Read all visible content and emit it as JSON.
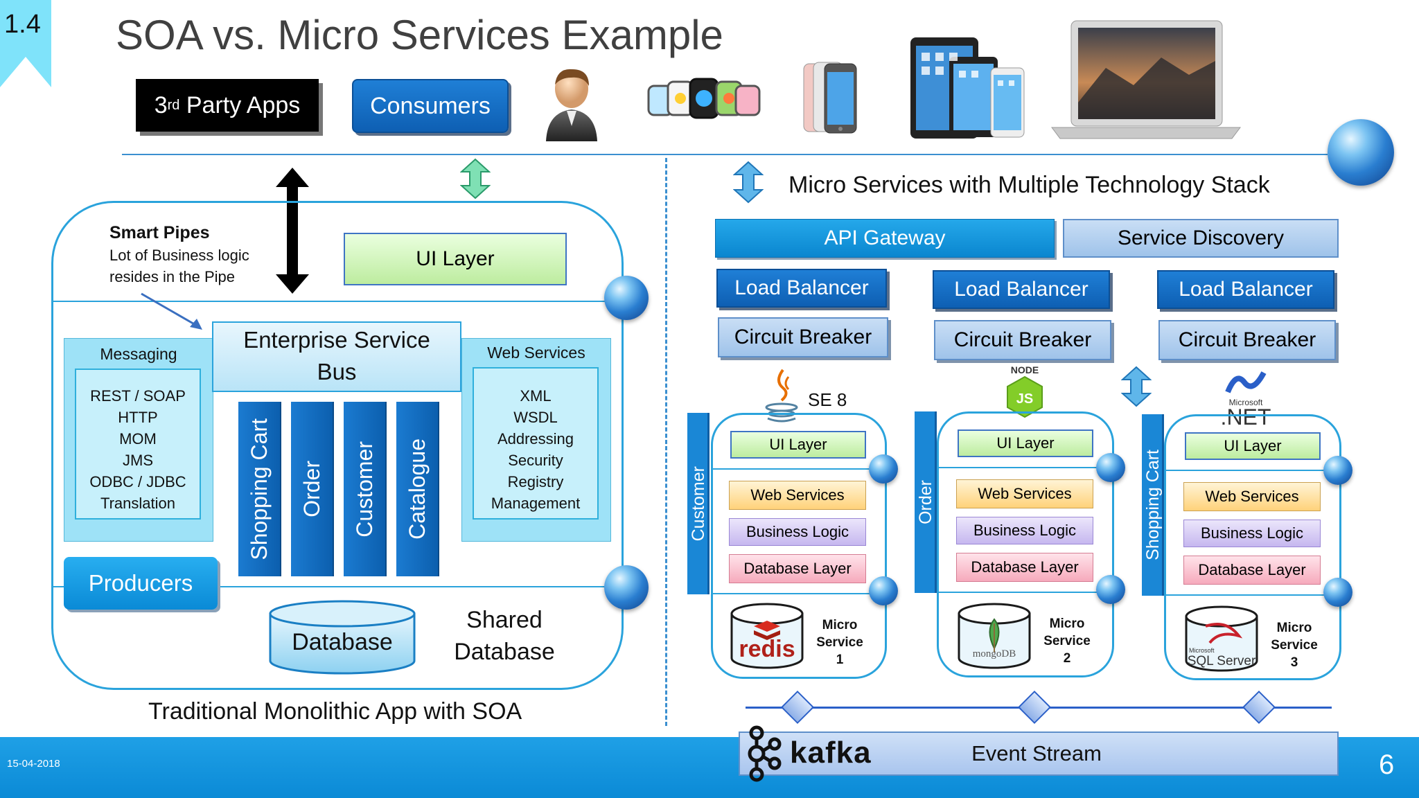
{
  "slide": {
    "section_number": "1.4",
    "title": "SOA vs. Micro Services Example",
    "date": "15-04-2018",
    "page_number": "6"
  },
  "top": {
    "third_party_prefix": "3",
    "third_party_sup": "rd",
    "third_party_rest": " Party Apps",
    "consumers": "Consumers"
  },
  "soa": {
    "smart_pipes_title": "Smart Pipes",
    "smart_pipes_desc_line1": "Lot of Business logic",
    "smart_pipes_desc_line2": "resides in the Pipe",
    "ui_layer": "UI Layer",
    "esb_line1": "Enterprise Service",
    "esb_line2": "Bus",
    "messaging_title": "Messaging",
    "messaging_items": [
      "REST / SOAP",
      "HTTP",
      "MOM",
      "JMS",
      "ODBC / JDBC",
      "Translation"
    ],
    "webservices_title": "Web Services",
    "webservices_items": [
      "XML",
      "WSDL",
      "Addressing",
      "Security",
      "Registry",
      "Management"
    ],
    "services": [
      "Shopping Cart",
      "Order",
      "Customer",
      "Catalogue"
    ],
    "producers": "Producers",
    "database": "Database",
    "shared_db_line1": "Shared",
    "shared_db_line2": "Database",
    "caption": "Traditional Monolithic App with SOA"
  },
  "ms": {
    "heading": "Micro Services with Multiple Technology Stack",
    "api_gateway": "API Gateway",
    "service_discovery": "Service Discovery",
    "load_balancer": "Load Balancer",
    "circuit_breaker": "Circuit Breaker",
    "services": [
      {
        "side": "Customer",
        "tech": "SE 8",
        "db_logo": "redis",
        "name_line1": "Micro",
        "name_line2": "Service",
        "num": "1"
      },
      {
        "side": "Order",
        "tech": "NODE",
        "db_logo": "mongoDB",
        "name_line1": "Micro",
        "name_line2": "Service",
        "num": "2"
      },
      {
        "side": "Shopping Cart",
        "tech": ".NET",
        "tech_sub": "Microsoft",
        "db_logo": "SQL Server",
        "db_logo_sub": "Microsoft",
        "name_line1": "Micro",
        "name_line2": "Service",
        "num": "3"
      }
    ],
    "ui_layer": "UI Layer",
    "web_services": "Web Services",
    "business_logic": "Business Logic",
    "database_layer": "Database Layer",
    "kafka": "kafka",
    "event_stream": "Event Stream"
  }
}
